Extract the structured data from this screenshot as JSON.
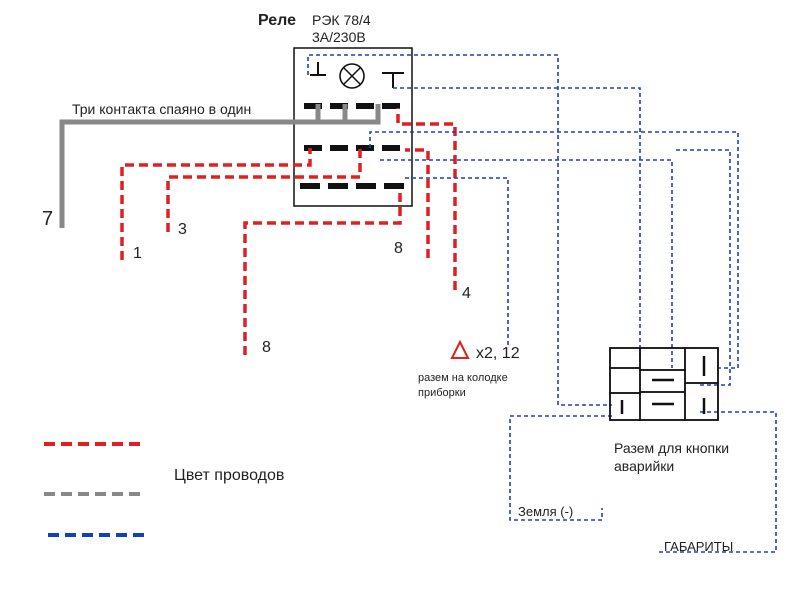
{
  "relay": {
    "title": "Реле",
    "model": "РЭК 78/4",
    "rating": "3А/230В"
  },
  "notes": {
    "soldered": "Три контакта спаяно в один"
  },
  "pins": {
    "p7": "7",
    "p3": "3",
    "p1": "1",
    "p8_right": "8",
    "p4": "4",
    "p8_bottom": "8"
  },
  "instrument_connector": {
    "count": "x2, 12",
    "line1": "разем на колодке",
    "line2": "приборки"
  },
  "hazard_connector": {
    "line1": "Разем для кнопки",
    "line2": "аварийки"
  },
  "ground": {
    "label": "Земля (-)"
  },
  "gabarity": {
    "label": "ГАБАРИТЫ"
  },
  "legend": {
    "title": "Цвет проводов",
    "colors": [
      "#e02020",
      "#888888",
      "#1040c0"
    ]
  },
  "colors": {
    "red": "#e02020",
    "gray": "#888888",
    "blue": "#1f3fbf",
    "black": "#111111"
  }
}
